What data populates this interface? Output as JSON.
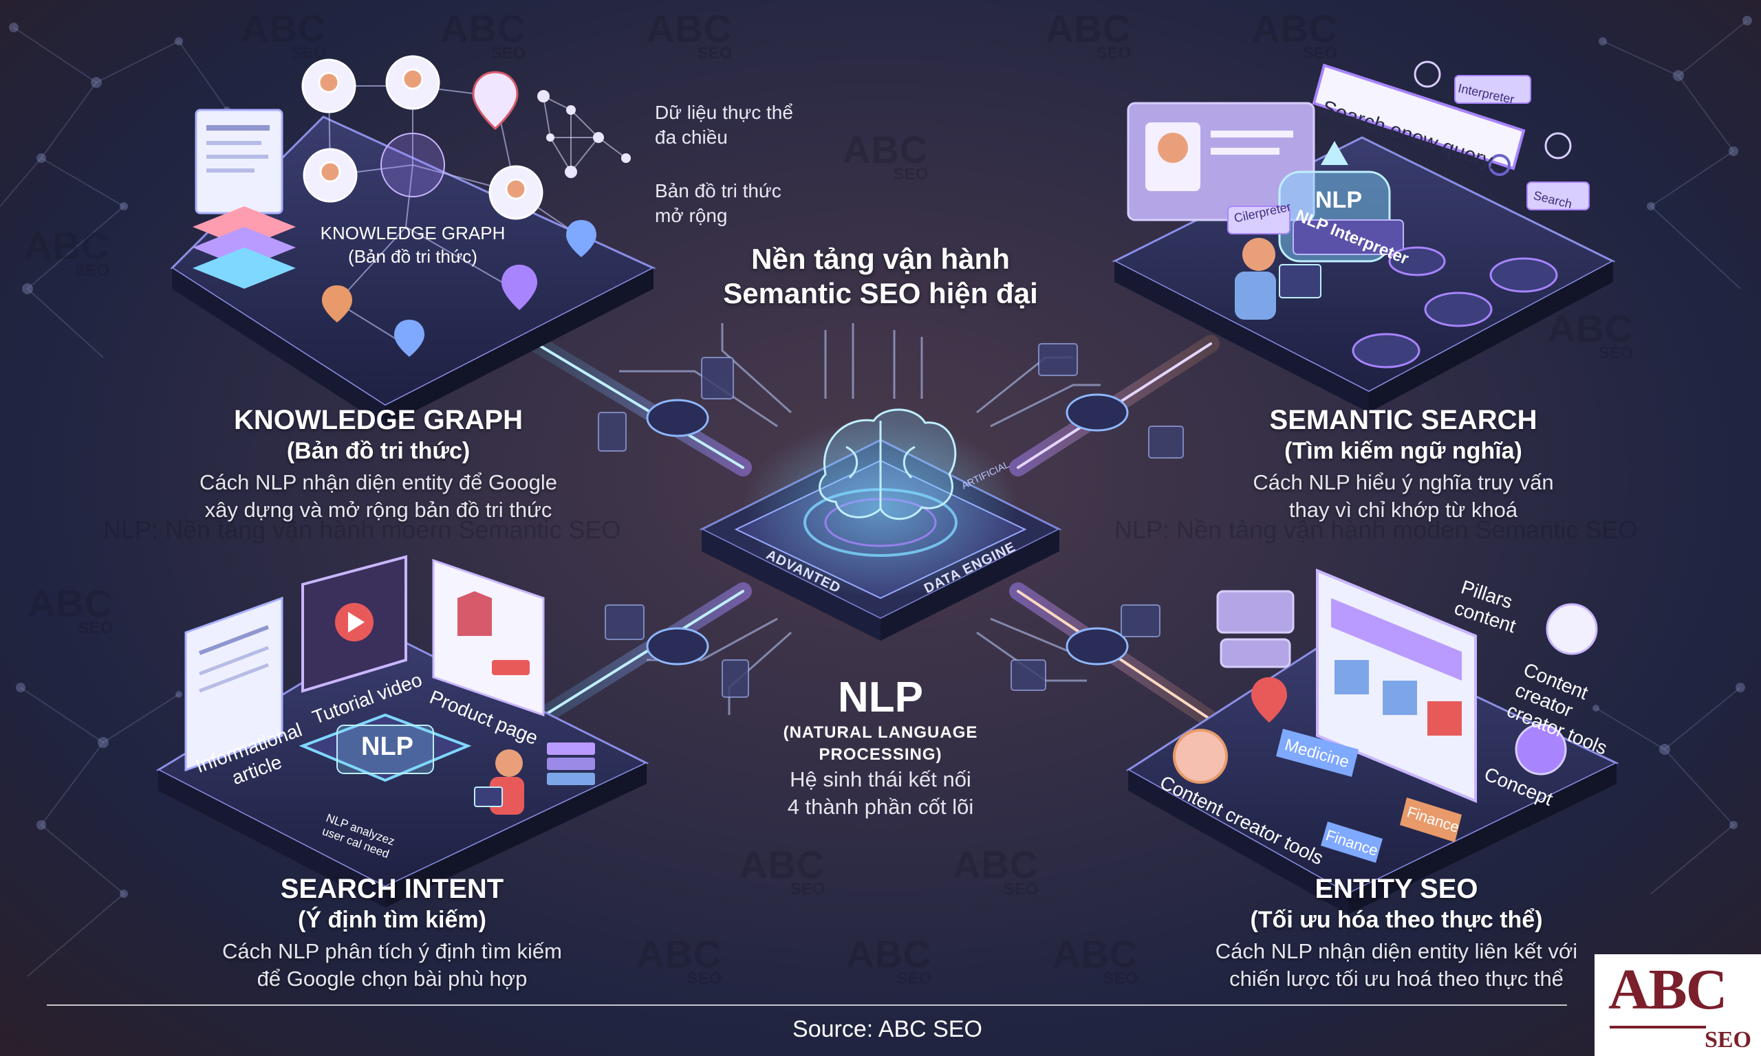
{
  "center_title": [
    "Nền tảng vận hành",
    "Semantic SEO hiện đại"
  ],
  "watermark": {
    "brand": "ABC",
    "brand_sub": "SEO",
    "tagline_left": "NLP: Nền tảng vận hành moern Semantic SEO",
    "tagline_right": "NLP: Nền tảng vận hành moden Semantic SEO"
  },
  "hub": {
    "title": "NLP",
    "subtitle": "(NATURAL LANGUAGE PROCESSING)",
    "desc": [
      "Hệ sinh thái kết nối",
      "4 thành phần cốt lõi"
    ],
    "chip_labels": [
      "ADVANTED",
      "DATA ENGINE",
      "ARTIFICIAL"
    ]
  },
  "knowledge_graph": {
    "title": "KNOWLEDGE GRAPH",
    "subtitle": "(Bản đồ tri thức)",
    "desc": [
      "Cách NLP nhận diện entity để Google",
      "xây dựng và mở rộng bản đồ tri thức"
    ],
    "platform_label": [
      "KNOWLEDGE GRAPH",
      "(Bản đồ tri thức)"
    ],
    "notes": [
      [
        "Dữ liệu thực thể",
        "đa chiều"
      ],
      [
        "Bản đồ tri thức",
        "mở rộng"
      ]
    ]
  },
  "semantic_search": {
    "title": "SEMANTIC SEARCH",
    "subtitle": "(Tìm kiếm ngữ nghĩa)",
    "desc": [
      "Cách NLP hiểu ý nghĩa truy vấn",
      "thay vì chỉ khớp từ khoá"
    ],
    "scene": {
      "search_placeholder": "Search enow query...",
      "tag_interpreter": "Interpreter",
      "tag_search": "Search",
      "tag_cilerpreter": "Cilerpreter",
      "cloud": "NLP",
      "interpreter_label": "NLP Interpreter"
    }
  },
  "search_intent": {
    "title": "SEARCH INTENT",
    "subtitle": "(Ý định tìm kiếm)",
    "desc": [
      "Cách NLP phân tích ý định tìm kiếm",
      "để Google chọn bài phù hợp"
    ],
    "scene": {
      "informational": [
        "Informational",
        "article"
      ],
      "tutorial": "Tutorial video",
      "product": "Product page",
      "nlp_box": "NLP",
      "analyzes": [
        "NLP analyzez",
        "user cal need"
      ]
    }
  },
  "entity_seo": {
    "title": "ENTITY SEO",
    "subtitle": "(Tối ưu hóa theo thực thể)",
    "desc": [
      "Cách NLP nhận diện entity liên kết với",
      "chiến lược tối ưu hoá theo thực thể"
    ],
    "scene": {
      "pillars": [
        "Pillars",
        "content"
      ],
      "creator": [
        "Content",
        "creator",
        "creator tools"
      ],
      "medicine": "Medicine",
      "finance_1": "Finance",
      "finance_2": "Finance",
      "concept": "Concept",
      "content_tools": "Content creator tools"
    }
  },
  "footer": "Source: ABC SEO",
  "logo": {
    "main": "ABC",
    "sub": "SEO"
  },
  "colors": {
    "accent_cyan": "#5fd3ff",
    "accent_purple": "#a884ff",
    "accent_orange": "#e89a6a",
    "brand_maroon": "#7a1f2b",
    "platform_dark": "#23264a"
  }
}
